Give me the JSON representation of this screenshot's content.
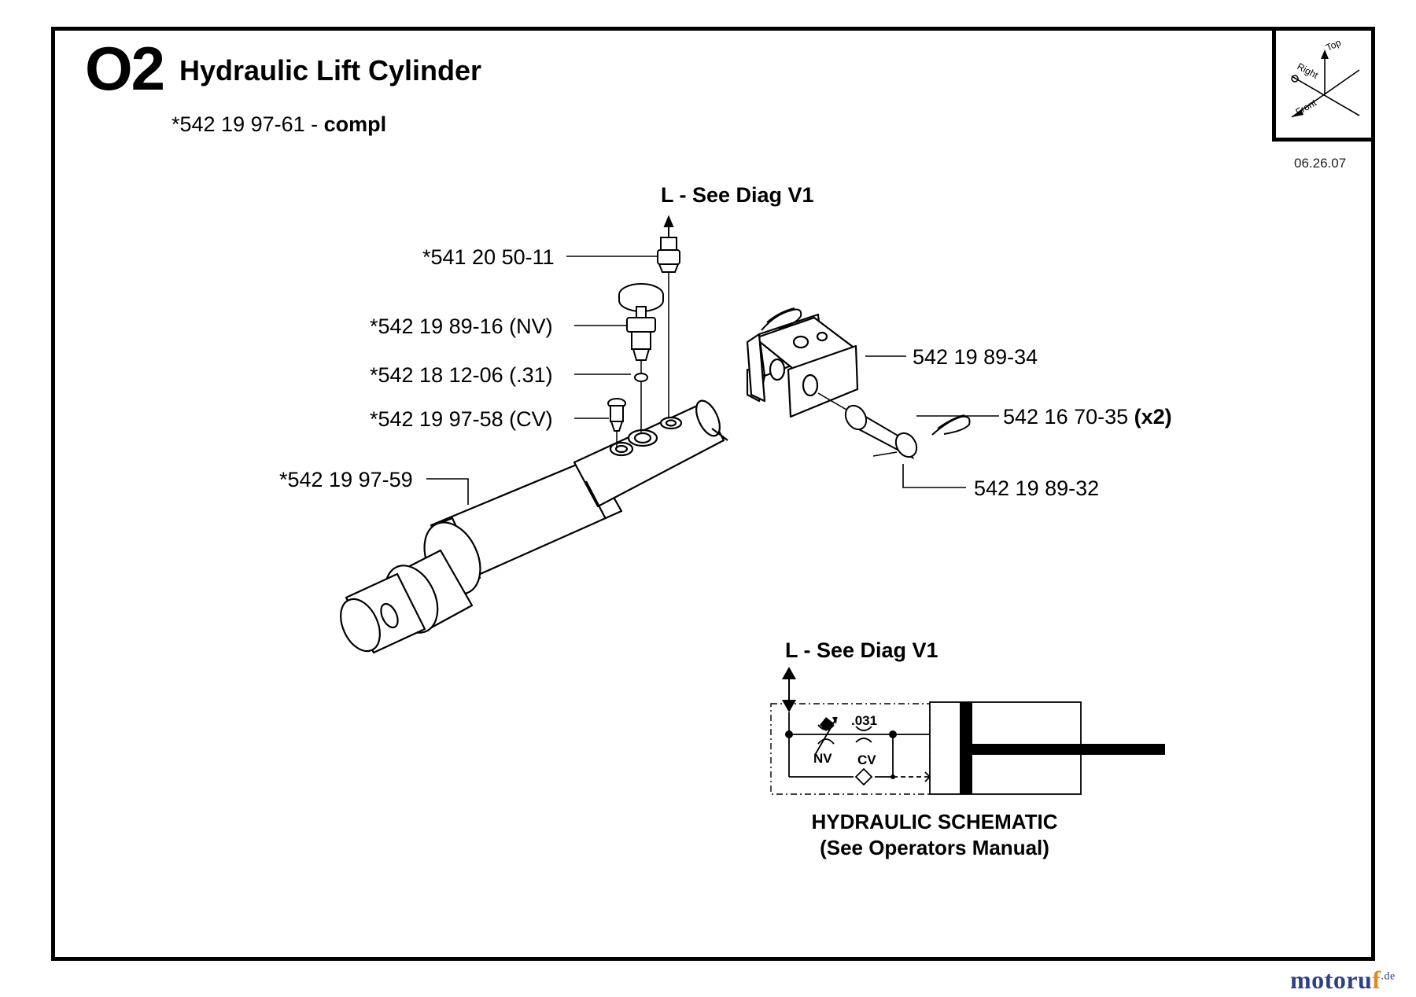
{
  "header": {
    "section_number": "O2",
    "section_title": "Hydraulic Lift Cylinder",
    "assembly_part": "*542 19 97-61 - ",
    "assembly_suffix": "compl",
    "date": "06.26.07"
  },
  "compass": {
    "top_label": "Top",
    "right_label": "Right",
    "front_label": "Front"
  },
  "exploded_view": {
    "port_label": "L - See Diag V1",
    "parts": [
      {
        "number": "*541 20 50-11"
      },
      {
        "number": "*542 19 89-16 (NV)"
      },
      {
        "number": "*542 18 12-06 (.31)"
      },
      {
        "number": "*542 19 97-58 (CV)"
      },
      {
        "number": "*542 19 97-59"
      },
      {
        "number": "542 19 89-34"
      },
      {
        "number": "542 16 70-35",
        "qty": "(x2)"
      },
      {
        "number": "542 19 89-32"
      }
    ]
  },
  "schematic": {
    "port_label": "L - See Diag V1",
    "orifice_label": ".031",
    "needle_valve_label": "NV",
    "check_valve_label": "CV",
    "title": "HYDRAULIC SCHEMATIC",
    "subtitle": "(See Operators Manual)"
  },
  "watermark": {
    "part1": "motoru",
    "part2": "f",
    "tld": ".de"
  }
}
